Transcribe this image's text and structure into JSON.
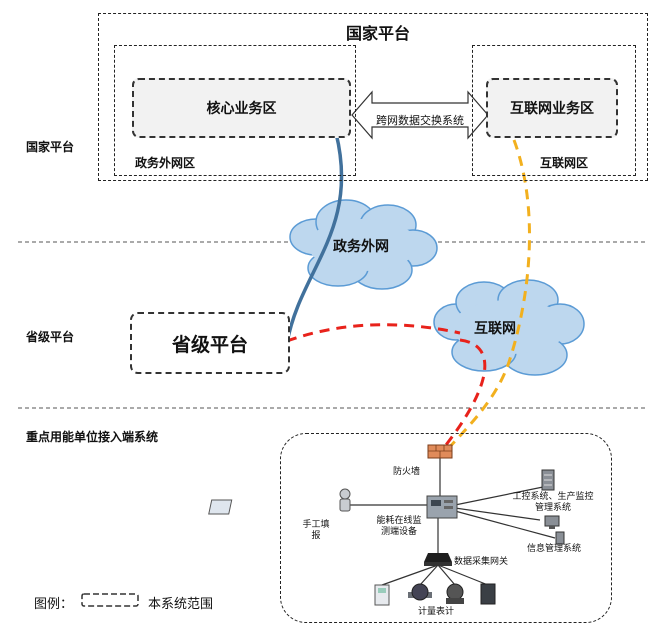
{
  "national_platform": {
    "outer_title": "国家平台",
    "core_zone": "核心业务区",
    "gov_extranet_zone": "政务外网区",
    "exchange": "跨网数据交换系统",
    "internet_zone_box": "互联网业务区",
    "internet_zone": "互联网区"
  },
  "layer_labels": {
    "national": "国家平台",
    "provincial": "省级平台",
    "endpoint": "重点用能单位接入端系统"
  },
  "clouds": {
    "gov_extranet": "政务外网",
    "internet": "互联网"
  },
  "provincial_box": "省级平台",
  "endpoint_system": {
    "firewall": "防火墙",
    "manual_entry": "手工填报",
    "monitor_device": "能耗在线监测端设备",
    "gateway": "数据采集网关",
    "ics": "工控系统、生产监控管理系统",
    "info_system": "信息管理系统",
    "meters": "计量表计"
  },
  "legend": {
    "prefix": "图例：",
    "label": "本系统范围"
  },
  "colors": {
    "gov_line": "#41719C",
    "internet_red": "#E8221B",
    "internet_yellow": "#F2B01E",
    "cloud_fill": "#BDD7EE",
    "cloud_stroke": "#5B9BD5"
  }
}
